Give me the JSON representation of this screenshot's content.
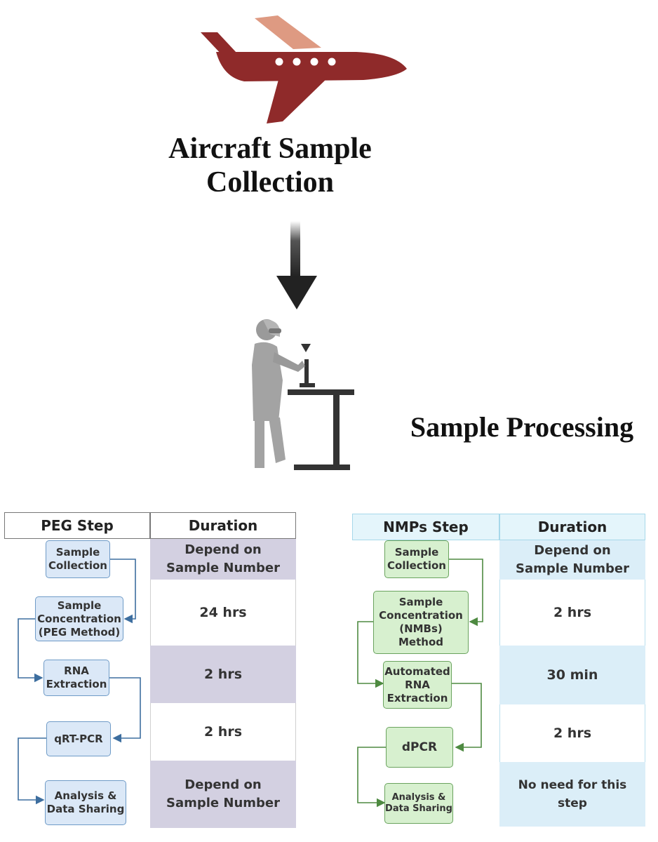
{
  "titles": {
    "collection": "Aircraft Sample Collection",
    "processing": "Sample Processing"
  },
  "icons": {
    "airplane": "airplane-icon",
    "arrow": "down-arrow-icon",
    "scientist": "lab-scientist-icon"
  },
  "colors": {
    "airplane_body": "#8f2a2a",
    "airplane_wing": "#de9a82",
    "peg_cell_shaded": "#d3d0e1",
    "peg_box_fill": "#dbe8f7",
    "peg_connector": "#3d6e9f",
    "nmp_header": "#e4f5fb",
    "nmp_cell_shaded": "#dbeef8",
    "nmp_box_fill": "#d7f0cf",
    "nmp_connector": "#4e8a41"
  },
  "peg_table": {
    "headers": [
      "PEG Step",
      "Duration"
    ],
    "steps": [
      "Sample Collection",
      "Sample Concentration (PEG Method)",
      "RNA Extraction",
      "qRT-PCR",
      "Analysis & Data Sharing"
    ],
    "durations": [
      "Depend on Sample Number",
      "24 hrs",
      "2 hrs",
      "2 hrs",
      "Depend on Sample Number"
    ]
  },
  "nmp_table": {
    "headers": [
      "NMPs Step",
      "Duration"
    ],
    "steps": [
      "Sample Collection",
      "Sample Concentration (NMBs) Method",
      "Automated RNA Extraction",
      "dPCR",
      "Analysis & Data Sharing"
    ],
    "durations": [
      "Depend on Sample Number",
      "2 hrs",
      "30 min",
      "2 hrs",
      "No need for this step"
    ]
  }
}
